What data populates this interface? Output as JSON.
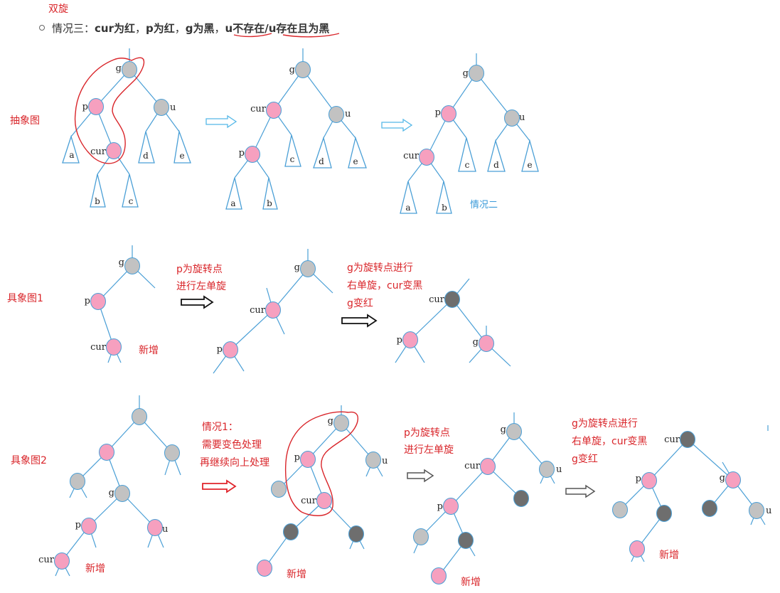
{
  "header": {
    "title": "双旋",
    "case_prefix": "情况三：",
    "case_segments": [
      {
        "text": "cur为红",
        "bold": true
      },
      {
        "text": "，",
        "bold": false
      },
      {
        "text": "p为红",
        "bold": true
      },
      {
        "text": "，",
        "bold": false
      },
      {
        "text": "g为黑",
        "bold": true
      },
      {
        "text": "，",
        "bold": false
      },
      {
        "text": "u不存在/u存在且为黑",
        "bold": true
      }
    ]
  },
  "row_labels": {
    "abstract": "抽象图",
    "concrete1": "具象图1",
    "concrete2": "具象图2"
  },
  "annotations": {
    "case_two": "情况二",
    "new_node": "新增",
    "step_p_rotate": [
      "p为旋转点",
      "进行左单旋"
    ],
    "step_g_rotate": [
      "g为旋转点进行",
      "右单旋，cur变黑",
      "g变红"
    ],
    "case_one": [
      "情况1：",
      "需要变色处理",
      "再继续向上处理"
    ]
  },
  "colors": {
    "red_node": "#f6a0bf",
    "gray_node": "#c2c2c2",
    "dark_node": "#6e6e6e",
    "edge": "#4a9fd6",
    "annotation_red": "#d9252a",
    "annotation_blue": "#3a9ad9"
  },
  "nodes": [
    {
      "label": "g",
      "fill": "gray"
    },
    {
      "label": "p",
      "fill": "red"
    },
    {
      "label": "u",
      "fill": "gray"
    },
    {
      "label": "cur",
      "fill": "red"
    },
    {
      "label": "g",
      "fill": "gray"
    },
    {
      "label": "cur",
      "fill": "red"
    },
    {
      "label": "u",
      "fill": "gray"
    },
    {
      "label": "p",
      "fill": "red"
    },
    {
      "label": "g",
      "fill": "gray"
    },
    {
      "label": "p",
      "fill": "red"
    },
    {
      "label": "u",
      "fill": "gray"
    },
    {
      "label": "cur",
      "fill": "red"
    },
    {
      "label": "g",
      "fill": "gray"
    },
    {
      "label": "p",
      "fill": "red"
    },
    {
      "label": "cur",
      "fill": "red"
    },
    {
      "label": "g",
      "fill": "gray"
    },
    {
      "label": "cur",
      "fill": "red"
    },
    {
      "label": "p",
      "fill": "red"
    },
    {
      "label": "cur",
      "fill": "dark"
    },
    {
      "label": "p",
      "fill": "red"
    },
    {
      "label": "g",
      "fill": "red"
    },
    {
      "label": "",
      "fill": "gray"
    },
    {
      "label": "",
      "fill": "red"
    },
    {
      "label": "",
      "fill": "gray"
    },
    {
      "label": "",
      "fill": "gray"
    },
    {
      "label": "g",
      "fill": "gray"
    },
    {
      "label": "p",
      "fill": "red"
    },
    {
      "label": "u",
      "fill": "red"
    },
    {
      "label": "cur",
      "fill": "red"
    },
    {
      "label": "g",
      "fill": "gray"
    },
    {
      "label": "p",
      "fill": "red"
    },
    {
      "label": "u",
      "fill": "gray"
    },
    {
      "label": "",
      "fill": "gray"
    },
    {
      "label": "cur",
      "fill": "red"
    },
    {
      "label": "",
      "fill": "dark"
    },
    {
      "label": "",
      "fill": "dark"
    },
    {
      "label": "",
      "fill": "red"
    },
    {
      "label": "g",
      "fill": "gray"
    },
    {
      "label": "cur",
      "fill": "red"
    },
    {
      "label": "u",
      "fill": "gray"
    },
    {
      "label": "p",
      "fill": "red"
    },
    {
      "label": "",
      "fill": "dark"
    },
    {
      "label": "",
      "fill": "gray"
    },
    {
      "label": "",
      "fill": "dark"
    },
    {
      "label": "",
      "fill": "red"
    },
    {
      "label": "cur",
      "fill": "dark"
    },
    {
      "label": "p",
      "fill": "red"
    },
    {
      "label": "g",
      "fill": "red"
    },
    {
      "label": "",
      "fill": "gray"
    },
    {
      "label": "",
      "fill": "dark"
    },
    {
      "label": "",
      "fill": "dark"
    },
    {
      "label": "u",
      "fill": "gray"
    },
    {
      "label": "",
      "fill": "red"
    }
  ],
  "subtrees": [
    "a",
    "b",
    "c",
    "d",
    "e",
    "c",
    "d",
    "e",
    "a",
    "b",
    "c",
    "d",
    "e",
    "a",
    "b"
  ]
}
